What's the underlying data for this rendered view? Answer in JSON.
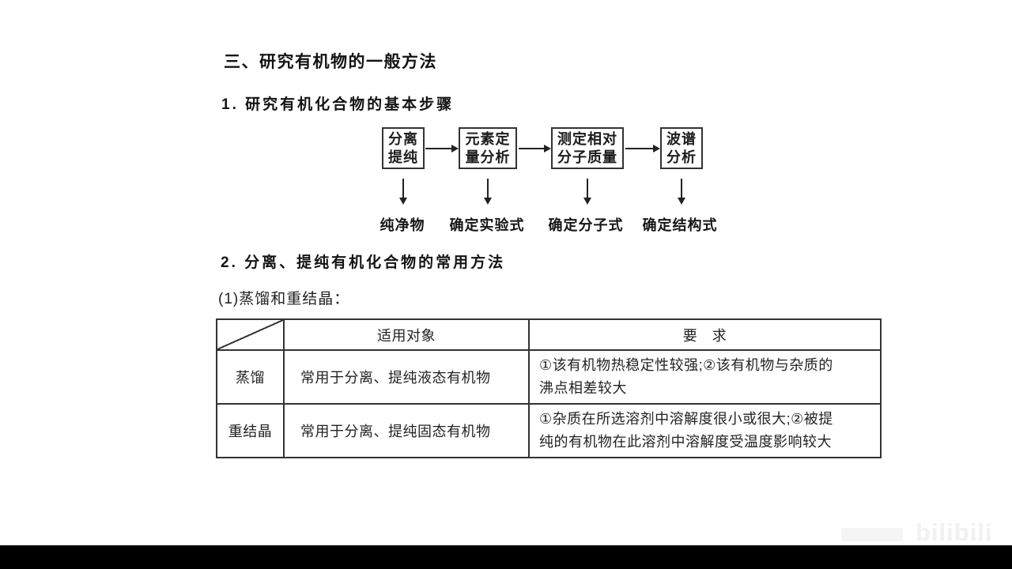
{
  "title": "三、研究有机物的一般方法",
  "flow_section": {
    "heading": "1. 研究有机化合物的基本步骤",
    "steps": [
      {
        "box_line1": "分离",
        "box_line2": "提纯",
        "result": "纯净物"
      },
      {
        "box_line1": "元素定",
        "box_line2": "量分析",
        "result": "确定实验式"
      },
      {
        "box_line1": "测定相对",
        "box_line2": "分子质量",
        "result": "确定分子式"
      },
      {
        "box_line1": "波谱",
        "box_line2": "分析",
        "result": "确定结构式"
      }
    ]
  },
  "methods_section": {
    "heading": "2. 分离、提纯有机化合物的常用方法",
    "subheading": "(1)蒸馏和重结晶：",
    "table": {
      "col_headers": [
        "适用对象",
        "要　求"
      ],
      "rows": [
        {
          "method": "蒸馏",
          "target": "常用于分离、提纯液态有机物",
          "req_line1": "①该有机物热稳定性较强;②该有机物与杂质的",
          "req_line2": "沸点相差较大"
        },
        {
          "method": "重结晶",
          "target": "常用于分离、提纯固态有机物",
          "req_line1": "①杂质在所选溶剂中溶解度很小或很大;②被提",
          "req_line2": "纯的有机物在此溶剂中溶解度受温度影响较大"
        }
      ]
    }
  },
  "watermark": {
    "text": "bilibili"
  },
  "colors": {
    "background": "#ffffff",
    "text": "#1f1f1f",
    "border": "#333333",
    "letterbox": "#000000",
    "watermark": "#f1f1f1"
  }
}
